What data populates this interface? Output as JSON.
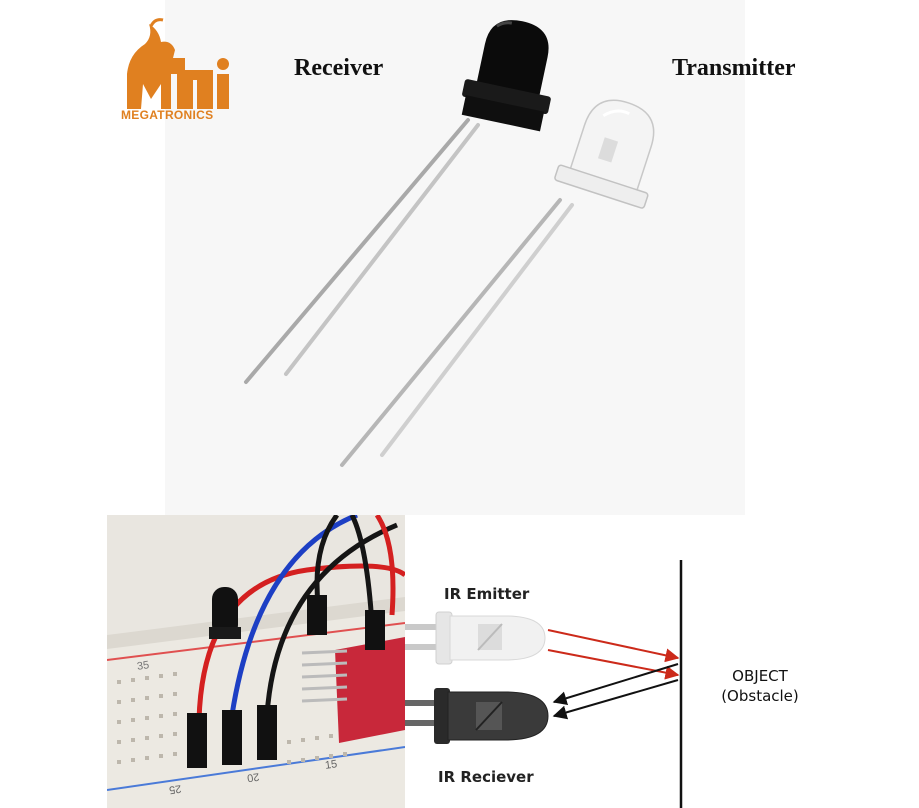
{
  "logo": {
    "brand": "MEGATRONICS",
    "mark": "Mi"
  },
  "top_labels": {
    "receiver": "Receiver",
    "transmitter": "Transmitter"
  },
  "diagram": {
    "emitter_label": "IR Emitter",
    "receiver_label": "IR Reciever",
    "object_line1": "OBJECT",
    "object_line2": "(Obstacle)"
  },
  "breadboard": {
    "row_numbers": [
      "35",
      "25",
      "20",
      "15"
    ]
  },
  "colors": {
    "logo_orange": "#e08020",
    "beam_red": "#cc2a1a",
    "beam_black": "#111111",
    "wire_red": "#d42020",
    "wire_blue": "#1d3fc4",
    "wire_black": "#151515",
    "pcb_red": "#c8283a"
  }
}
